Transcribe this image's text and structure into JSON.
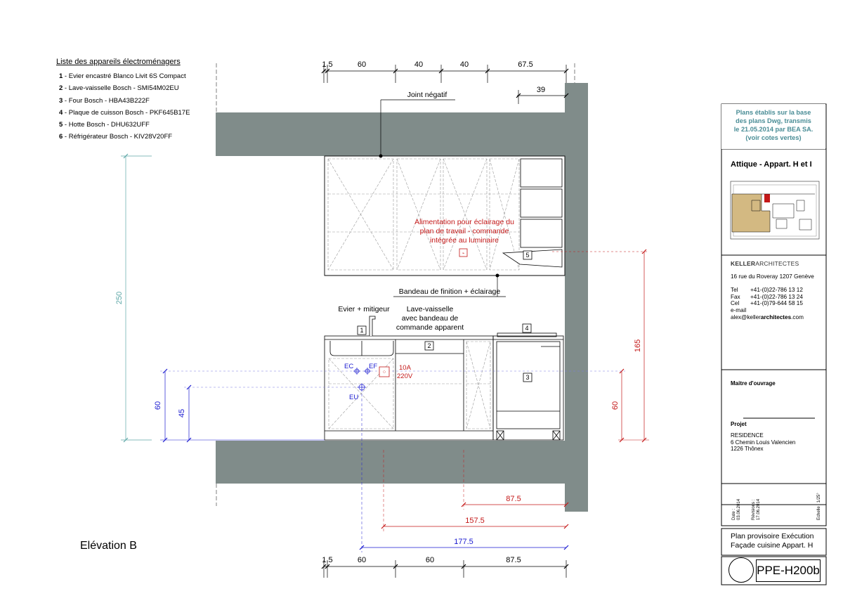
{
  "legend": {
    "title": "Liste des appareils électroménagers",
    "items": [
      {
        "num": "1",
        "text": " - Evier encastré Blanco Livit 6S Compact"
      },
      {
        "num": "2",
        "text": " - Lave-vaisselle Bosch - SMI54M02EU"
      },
      {
        "num": "3",
        "text": " - Four Bosch - HBA43B222F"
      },
      {
        "num": "4",
        "text": " - Plaque de cuisson Bosch - PKF645B17E"
      },
      {
        "num": "5",
        "text": " - Hotte Bosch - DHU632UFF"
      },
      {
        "num": "6",
        "text": " - Réfrigérateur Bosch - KIV28V20FF"
      }
    ]
  },
  "elevation_title": "Elévation B",
  "dims": {
    "top": [
      "1.5",
      "60",
      "40",
      "40",
      "67.5"
    ],
    "top_39": "39",
    "bottom": [
      "1.5",
      "60",
      "60",
      "87.5"
    ],
    "left_250": "250",
    "left_60": "60",
    "left_45": "45",
    "right_165": "165",
    "right_60": "60",
    "d_87_5": "87.5",
    "d_157_5": "157.5",
    "d_177_5": "177.5"
  },
  "annotations": {
    "joint": "Joint négatif",
    "alim": [
      "Alimentation pour éclairage du",
      "plan de travail - commande",
      "intégrée au luminaire"
    ],
    "bandeau": "Bandeau de finition + éclairage",
    "evier": "Evier + mitigeur",
    "lave": [
      "Lave-vaisselle",
      "avec bandeau de",
      "commande apparent"
    ],
    "ec": "EC",
    "ef": "EF",
    "eu": "EU",
    "elec": [
      "10A",
      "220V"
    ],
    "tags": [
      "1",
      "2",
      "3",
      "4",
      "5"
    ]
  },
  "titleblock": {
    "note": [
      "Plans établis sur la base",
      "des plans Dwg, transmis",
      "le 21.05.2014 par BEA SA.",
      "(voir cotes vertes)"
    ],
    "attique": "Attique - Appart. H et I",
    "arch_brand_a": "KELLER",
    "arch_brand_b": "ARCHITECTES",
    "arch_address": "16 rue du Roveray  1207 Genève",
    "contacts": [
      {
        "k": "Tel",
        "v": "+41-(0)22-786 13 12"
      },
      {
        "k": "Fax",
        "v": "+41-(0)22-786 13 24"
      },
      {
        "k": "Cel",
        "v": "+41-(0)79-644 58 15"
      }
    ],
    "email_label": "e-mail",
    "email_a": "alex@keller",
    "email_b": "architectes",
    "email_c": ".com",
    "maitre": "Maitre d'ouvrage",
    "projet": "Projet",
    "projet_lines": [
      "RESIDENCE",
      "6 Chemin Louis Valencien",
      "1226 Thônex"
    ],
    "date_label": "Date :",
    "date": "03.06.2014",
    "rev_label": "Révisions :",
    "rev": "17.06.2014",
    "echelle_label": "Echelle :",
    "echelle": "1/25°",
    "plan_lines": [
      "Plan provisoire Exécution",
      "Façade cuisine Appart. H"
    ],
    "code": "PPE-H200b"
  },
  "colors": {
    "concrete": "#808c8a",
    "teal": "#5fa8a8",
    "blue": "#1a1ad0",
    "red": "#c41818",
    "green_note": "#4a8d96",
    "plan_tan": "#d3b982"
  }
}
